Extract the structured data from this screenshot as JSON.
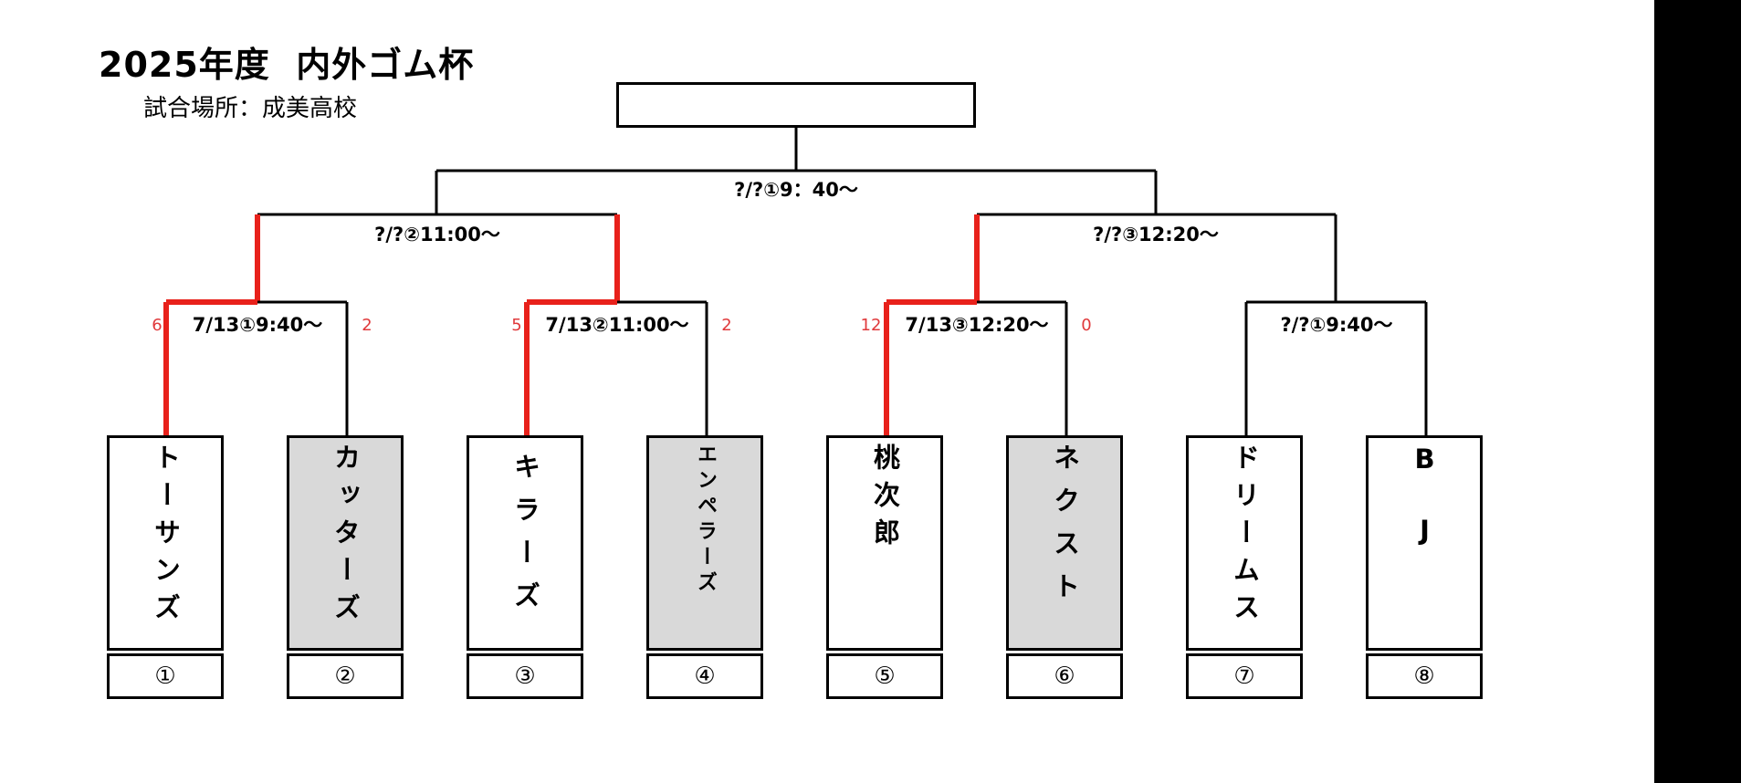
{
  "title": "2025年度  内外ゴム杯",
  "venue": "試合場所：成美高校",
  "colors": {
    "winner_line": "#e8211b",
    "line": "#000000",
    "loser_fill": "#d9d9d9",
    "score": "#e0393b"
  },
  "final": {
    "label": "?/?①9：40～",
    "winner": ""
  },
  "semifinals": [
    {
      "label": "?/?②11:00～"
    },
    {
      "label": "?/?③12:20～"
    }
  ],
  "round1": [
    {
      "label": "7/13①9:40～",
      "score_left": "6",
      "score_right": "2"
    },
    {
      "label": "7/13②11:00～",
      "score_left": "5",
      "score_right": "2"
    },
    {
      "label": "7/13③12:20～",
      "score_left": "12",
      "score_right": "0"
    },
    {
      "label": "?/?①9:40～",
      "score_left": "",
      "score_right": ""
    }
  ],
  "teams": [
    {
      "name": "トーサンズ",
      "number": "①",
      "eliminated": false
    },
    {
      "name": "カッターズ",
      "number": "②",
      "eliminated": true
    },
    {
      "name": "キラーズ",
      "number": "③",
      "eliminated": false
    },
    {
      "name": "エンペラーズ",
      "number": "④",
      "eliminated": true
    },
    {
      "name": "桃次郎",
      "number": "⑤",
      "eliminated": false
    },
    {
      "name": "ネクスト",
      "number": "⑥",
      "eliminated": true
    },
    {
      "name": "ドリームス",
      "number": "⑦",
      "eliminated": false
    },
    {
      "name": "BJ",
      "number": "⑧",
      "eliminated": false
    }
  ]
}
